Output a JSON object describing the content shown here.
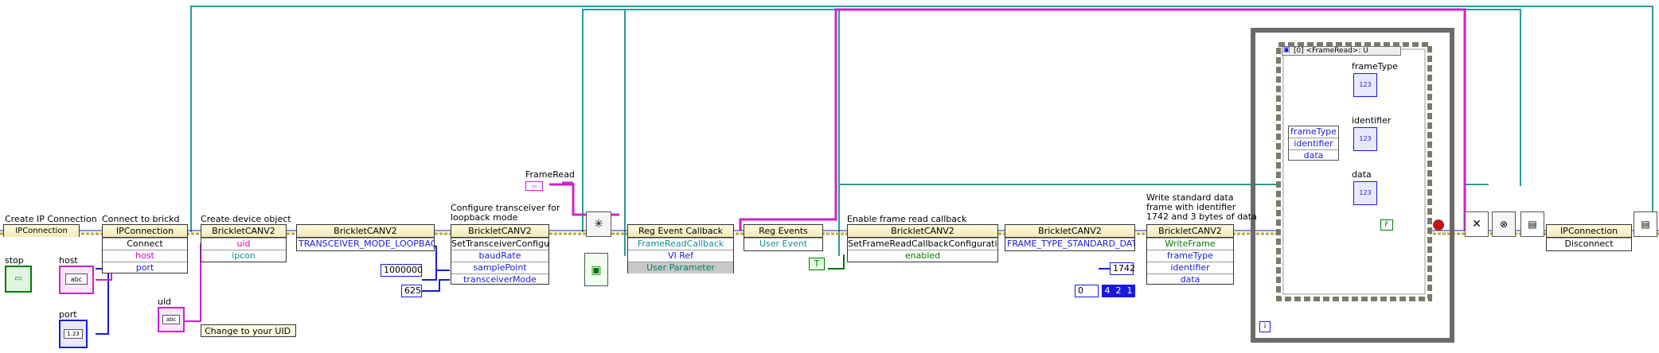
{
  "labels": {
    "create_ip": "Create IP Connection",
    "connect_brickd": "Connect to brickd",
    "create_device": "Create device object",
    "configure_transceiver": "Configure transceiver for",
    "configure_transceiver_2": "loopback mode",
    "frameread": "FrameRead",
    "enable_callback": "Enable frame read callback",
    "write_frame_1": "Write standard data",
    "write_frame_2": "frame with identifier",
    "write_frame_3": "1742 and 3 bytes of data",
    "stop": "stop",
    "host": "host",
    "port": "port",
    "uid": "uid",
    "change_uid": "Change to your UID"
  },
  "nodes": {
    "ipconnection": "IPConnection",
    "ipconnection_connect_hd": "IPConnection",
    "connect": "Connect",
    "host": "host",
    "port": "port",
    "bricklet_create": "BrickletCANV2",
    "uid": "uid",
    "ipcon": "ipcon",
    "bricklet_1": "BrickletCANV2",
    "loopback_const": "TRANSCEIVER_MODE_LOOPBACK",
    "bricklet_2": "BrickletCANV2",
    "set_transceiver": "SetTransceiverConfiguration",
    "baudrate": "baudRate",
    "samplepoint": "samplePoint",
    "transceivermode": "transceiverMode",
    "reg_cb_hd": "Reg Event Callback",
    "framereadcallback": "FrameReadCallback",
    "vi_ref": "VI Ref",
    "user_parameter": "User Parameter",
    "reg_events_hd": "Reg Events",
    "user_event": "User Event",
    "bricklet_3": "BrickletCANV2",
    "set_frame_cfg": "SetFrameReadCallbackConfiguration",
    "enabled": "enabled",
    "bricklet_4": "BrickletCANV2",
    "frame_type_const": "FRAME_TYPE_STANDARD_DATA",
    "bricklet_5": "BrickletCANV2",
    "write_frame": "WriteFrame",
    "frametype": "frameType",
    "identifier": "identifier",
    "data": "data",
    "ipconnection_disc_hd": "IPConnection",
    "disconnect": "Disconnect"
  },
  "constants": {
    "baud": "1000000",
    "sample": "625",
    "ident": "1742",
    "zero": "0",
    "d4": "4",
    "d2": "2",
    "d1": "1",
    "true_const": "T"
  },
  "event_structure": {
    "case_label": "[0] <FrameRead>: U",
    "frametype_ind": "frameType",
    "identifier_ind": "identifier",
    "data_ind": "data",
    "unbundle_frametype": "frameType",
    "unbundle_identifier": "identifier",
    "unbundle_data": "data",
    "ind_123": "123",
    "loop_i": "i",
    "stop_const": "F"
  },
  "icons": {
    "abc": "abc",
    "num": "1.23",
    "u8": "U8"
  }
}
